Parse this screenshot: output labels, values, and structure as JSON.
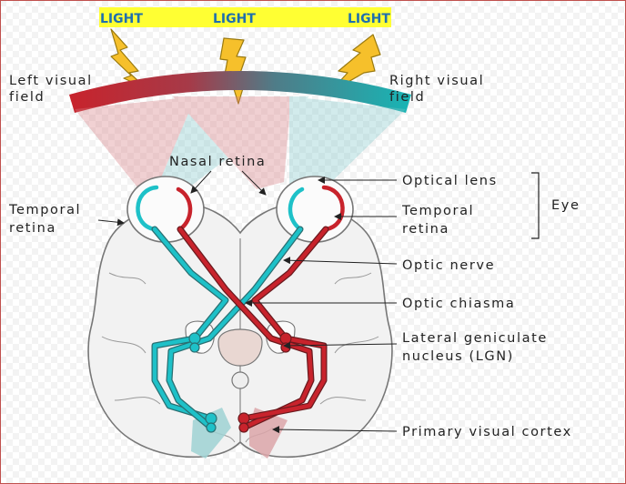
{
  "light_banner": {
    "text_left": "LIGHT",
    "text_center": "LIGHT",
    "text_right": "LIGHT",
    "background_color": "#ffff33",
    "text_color": "#1f6fae",
    "bolt_color": "#f6c02b"
  },
  "visual_field": {
    "left_label_line1": "Left visual",
    "left_label_line2": "field",
    "right_label_line1": "Right visual",
    "right_label_line2": "field",
    "left_color": "#c8232c",
    "right_color": "#17b5b5"
  },
  "labels": {
    "nasal_retina": "Nasal retina",
    "temporal_retina_left_line1": "Temporal",
    "temporal_retina_left_line2": "retina",
    "optical_lens": "Optical lens",
    "temporal_retina_right_line1": "Temporal",
    "temporal_retina_right_line2": "retina",
    "eye": "Eye",
    "optic_nerve": "Optic nerve",
    "optic_chiasma": "Optic chiasma",
    "lgn_line1": "Lateral geniculate",
    "lgn_line2": "nucleus (LGN)",
    "primary_visual_cortex": "Primary visual cortex"
  },
  "pathway_colors": {
    "left_field_pathway": "#c8232c",
    "right_field_pathway": "#1ec1c8",
    "brain_fill": "#f2f2f2",
    "brain_outline": "#777777"
  }
}
